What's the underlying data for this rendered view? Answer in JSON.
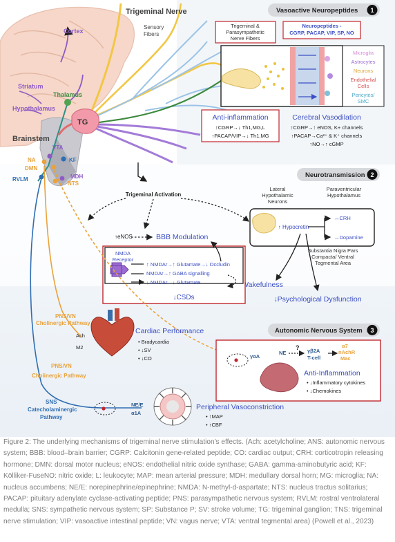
{
  "sections": {
    "s1_title": "Vasoactive Neuropeptides",
    "s1_num": "1",
    "s2_title": "Neurotransmission",
    "s2_num": "2",
    "s3_title": "Autonomic Nervous System",
    "s3_num": "3"
  },
  "brain": {
    "cortex": "Cortex",
    "striatum": "Striatum",
    "thalamus": "Thalamus",
    "hypothalamus": "Hypothalamus",
    "brainstem": "Brainstem",
    "tg": "TG",
    "vta": "VTA",
    "kf": "KF",
    "na": "NA",
    "dmn": "DMN",
    "rvlm": "RVLM",
    "mdh": "MDH",
    "nts": "NTS"
  },
  "nerve": {
    "trigeminal_nerve": "Trigeminal Nerve",
    "sensory_fibers_1": "Sensory",
    "sensory_fibers_2": "Fibers"
  },
  "vasoactive": {
    "fibers_box_1": "Trigeminal &",
    "fibers_box_2": "Parasympathetic",
    "fibers_box_3": "Nerve Fibers",
    "neuropeptides_1": "Neuropeptides -",
    "neuropeptides_2": "CGRP, PACAP, VIP, SP, NO",
    "legend": [
      "Microglia",
      "Astrocytes",
      "Neurons",
      "Endothelial",
      "Cells",
      "Pericytes/",
      "SMC"
    ],
    "anti_inflammation": "Anti-inflammation",
    "anti_line1": "↑CGRP→↓ Th1,MG,L",
    "anti_line2": "↑PACAP/VIP→↓ Th1,MG",
    "vasodilation": "Cerebral Vasodilation",
    "vaso_line1": "↑CGRP→↑ eNOS, K+ channels",
    "vaso_line2": "↑PACAP→Ca²⁺ & K⁺ channels",
    "vaso_line3": "↑NO→↑ cGMP"
  },
  "neuro": {
    "trigeminal_activation": "Trigeminal Activation",
    "lateral_1": "Lateral",
    "lateral_2": "Hypothalamic",
    "lateral_3": "Neurons",
    "paraventricular_1": "Paraventricular",
    "paraventricular_2": "Hypothalamus",
    "hypocretin": "↑ Hypocretin",
    "crh": "↔CRH",
    "dopamine": "↔Dopamine",
    "substantia_1": "Substantia Nigra Pars",
    "substantia_2": "Compacta/ Ventral",
    "substantia_3": "Tegmental Area",
    "wakefulness": "Wakefulness",
    "psych": "↓Psychological Dysfunction",
    "enos": "↑eNOS",
    "bbb": "BBB Modulation",
    "nmda_1": "NMDA",
    "nmda_2": "Receptor",
    "nmda_line1": "↑ NMDAr→↑ Glutamate→↓ Occludin",
    "nmda_line2": "NMDAr→↑ GABA signalling",
    "nmda_line3": "↓ NMDAr→↓ Glutamate",
    "csds": "↓CSDs"
  },
  "ans": {
    "pns_vn_1a": "PNS/VN",
    "pns_vn_1b": "Cholinergic Pathway",
    "ach": "Ach",
    "m2": "M2",
    "cardiac": "Cardiac Performance",
    "cardiac_items": [
      "Bradycardia",
      "↓SV",
      "↓CO"
    ],
    "pns_vn_2a": "PNS/VN",
    "pns_vn_2b": "Cholinergic Pathway",
    "sns_1": "SNS",
    "sns_2": "Catecholaminergic",
    "sns_3": "Pathway",
    "ne_e": "NE/E",
    "a1a": "α1A",
    "peripheral": "Peripheral Vasoconstriction",
    "peripheral_items": [
      "↑MAP",
      "↑CBF"
    ],
    "ne": "NE",
    "q": "?",
    "y_a": "γαA",
    "b2a_1": "γβ2A",
    "b2a_2": "T-cell",
    "a7_1": "α7",
    "a7_2": "nAchR",
    "a7_3": "Mac",
    "anti_inflammation": "Anti-Inflammation",
    "anti_items": [
      "↓Inflammatory cytokines",
      "↓Chemokines"
    ]
  },
  "caption": "Figure 2: The underlying mechanisms of trigeminal nerve stimulation's effects. (Ach: acetylcholine; ANS: autonomic nervous system; BBB: blood–brain barrier; CGRP: Calcitonin gene-related peptide; CO: cardiac output; CRH: corticotropin releasing hormone; DMN: dorsal motor nucleus; eNOS: endothelial nitric oxide synthase; GABA: gamma-aminobutyric acid; KF: Kölliker-FuseNO: nitric oxide; L: leukocyte; MAP: mean arterial pressure; MDH: medullary dorsal horn; MG: microglia; NA: nucleus accumbens; NE/E: norepinephrine/epinephrine; NMDA: N-methyl-d-aspartate; NTS: nucleus tractus solitarius; PACAP: pituitary adenylate cyclase-activating peptide; PNS: parasympathetic nervous system; RVLM: rostral ventrolateral medulla; SNS: sympathetic nervous system; SP: Substance P; SV: stroke volume; TG: trigeminal ganglion; TNS: trigeminal nerve stimulation; VIP: vasoactive intestinal peptide; VN: vagus nerve; VTA: ventral tegmental area) (Powell et al., 2023)",
  "colors": {
    "brain_fill": "#f6d7c9",
    "trigeminal_yellow": "#f2c744",
    "sensory_blue": "#9cc3e6",
    "purple": "#8e5bc4",
    "red_box": "#c0272d",
    "blue_text": "#3b4fc4",
    "orange": "#e9a23b",
    "navy": "#2f5c8f"
  }
}
